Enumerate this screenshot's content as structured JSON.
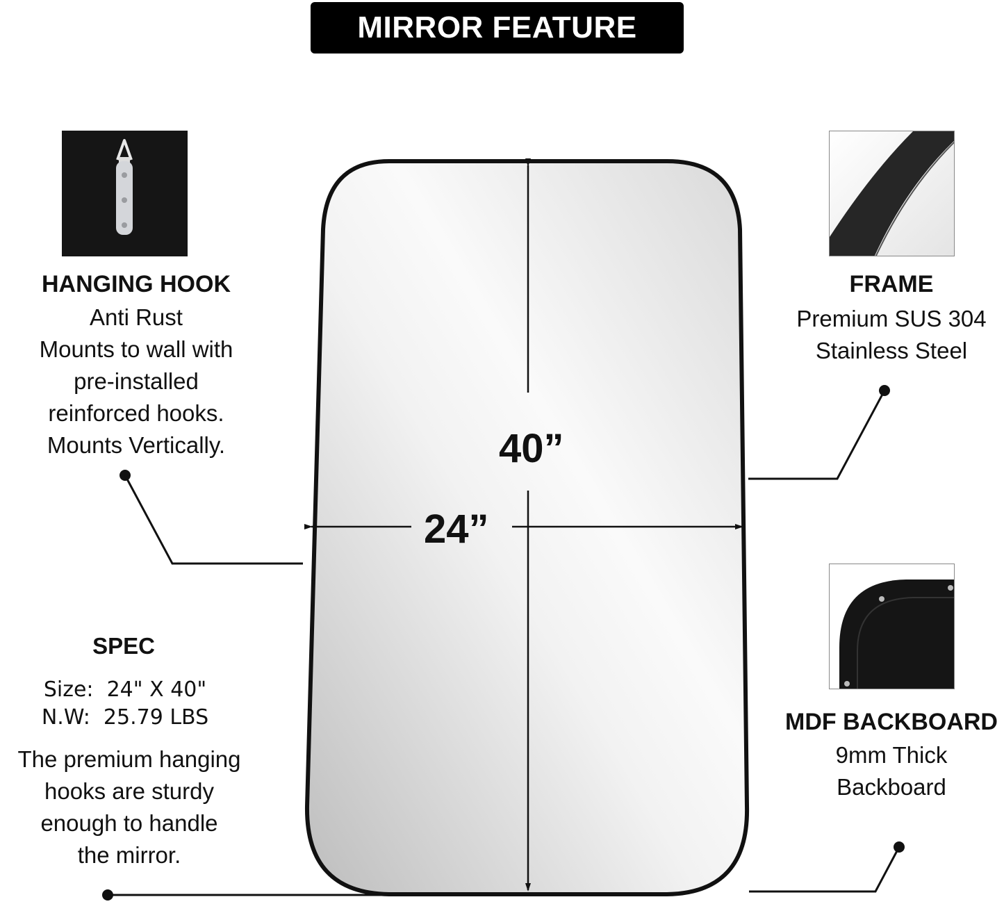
{
  "header": {
    "title": "MIRROR FEATURE"
  },
  "features": {
    "hanging_hook": {
      "heading": "HANGING HOOK",
      "lines": [
        "Anti Rust",
        "Mounts to wall with",
        "pre-installed",
        "reinforced hooks.",
        "Mounts Vertically."
      ],
      "image_icon": "hanging-hook-photo"
    },
    "frame": {
      "heading": "FRAME",
      "lines": [
        "Premium SUS 304",
        "Stainless Steel"
      ],
      "image_icon": "frame-closeup-photo"
    },
    "backboard": {
      "heading": "MDF BACKBOARD",
      "lines": [
        "9mm Thick",
        "Backboard"
      ],
      "image_icon": "backboard-closeup-photo"
    },
    "spec": {
      "heading": "SPEC",
      "size_label": "Size:",
      "size_value": "24\" X 40\"",
      "weight_label": "N.W:",
      "weight_value": "25.79 LBS",
      "lines": [
        "The premium hanging",
        "hooks are sturdy",
        "enough to handle",
        "the mirror."
      ]
    }
  },
  "mirror": {
    "height_label": "40”",
    "width_label": "24”",
    "frame_color": "#111111"
  }
}
